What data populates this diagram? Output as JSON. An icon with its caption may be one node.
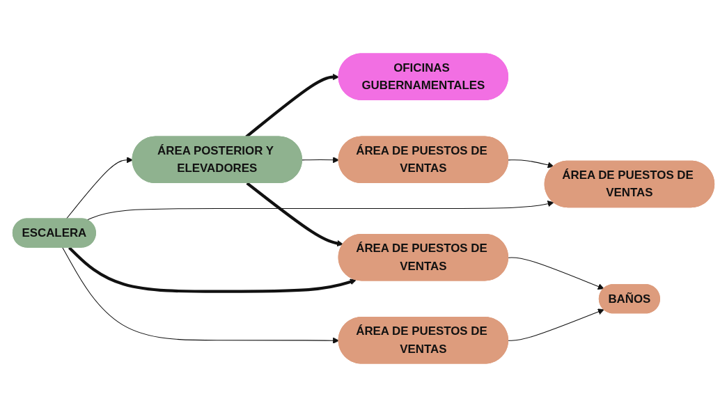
{
  "diagram": {
    "nodes": [
      {
        "text": [
          "OFICINAS GUBERNAMENTALES"
        ]
      },
      {
        "text": [
          "ÁREA POSTERIOR Y ELEVADORES"
        ]
      },
      {
        "text": [
          "ÁREA DE PUESTOS DE VENTAS"
        ]
      },
      {
        "text": [
          "ÁREA DE PUESTOS DE VENTAS"
        ]
      },
      {
        "text": [
          "ESCALERA"
        ]
      },
      {
        "text": [
          "ÁREA DE PUESTOS DE VENTAS"
        ]
      },
      {
        "text": [
          "BAÑOS"
        ]
      },
      {
        "text": [
          "ÁREA DE PUESTOS DE VENTAS"
        ]
      }
    ],
    "edges": [
      {
        "from": 1,
        "to": 0,
        "arrow": "to",
        "style": "thick"
      },
      {
        "from": 1,
        "to": 2,
        "arrow": "to"
      },
      {
        "from": 2,
        "to": 5,
        "arrow": "to"
      },
      {
        "from": 1,
        "to": 3,
        "arrow": "to",
        "style": "thick"
      },
      {
        "from": 4,
        "to": 1,
        "arrow": "to"
      },
      {
        "from": 4,
        "to": 3,
        "arrow": "to",
        "style": "thick"
      },
      {
        "from": 4,
        "to": 5,
        "arrow": "to"
      },
      {
        "from": 4,
        "to": 7,
        "arrow": "to"
      },
      {
        "from": 3,
        "to": 6,
        "arrow": "to"
      },
      {
        "from": 7,
        "to": 6,
        "arrow": "to"
      }
    ]
  }
}
